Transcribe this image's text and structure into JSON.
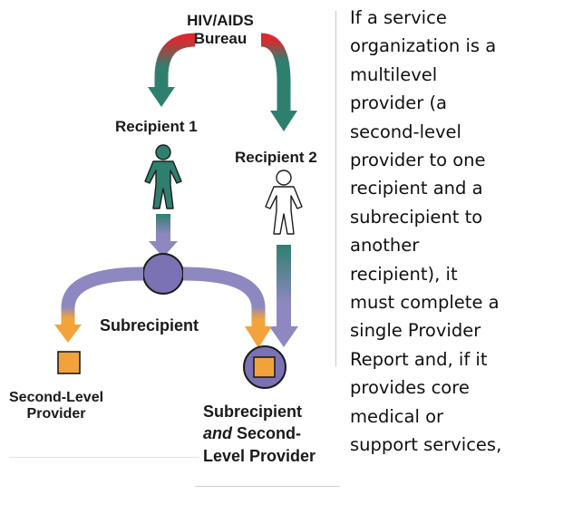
{
  "diagram": {
    "top_label": [
      "HIV/AIDS",
      "Bureau"
    ],
    "recipient_1": "Recipient 1",
    "recipient_2": "Recipient 2",
    "subrecipient": "Subrecipient",
    "second_level_provider": [
      "Second-Level",
      "Provider"
    ],
    "combined_label": {
      "line1": "Subrecipient",
      "line2_em": "and",
      "line2_rest": " Second-",
      "line3": "Level Provider"
    },
    "colors": {
      "arrow_red": "#d92b2f",
      "arrow_teal": "#2f7f6f",
      "arrow_purple": "#8e88c0",
      "arrow_orange": "#f3a33a",
      "person_fill": "#2f7f6f",
      "circle_fill": "#7a72b2",
      "square_fill": "#f2a23d"
    }
  },
  "side_text": [
    "If a service",
    "organization is a",
    "multilevel",
    "provider (a",
    "second-level",
    "provider to one",
    "recipient and a",
    "subrecipient to",
    "another",
    "recipient), it",
    "must complete a",
    "single Provider",
    "Report and, if it",
    "provides core",
    "medical or",
    "support services,"
  ]
}
